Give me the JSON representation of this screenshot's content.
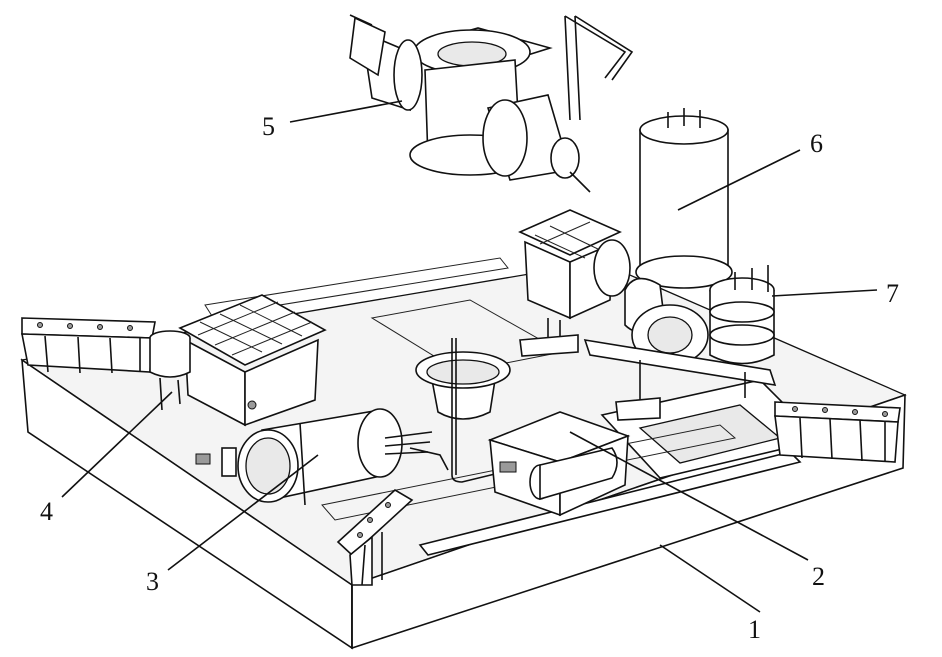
{
  "colors": {
    "ink": "#111111",
    "paper": "#ffffff",
    "shade": "#e9e9e9"
  },
  "callouts": [
    {
      "id": "1",
      "label": "1"
    },
    {
      "id": "2",
      "label": "2"
    },
    {
      "id": "3",
      "label": "3"
    },
    {
      "id": "4",
      "label": "4"
    },
    {
      "id": "5",
      "label": "5"
    },
    {
      "id": "6",
      "label": "6"
    },
    {
      "id": "7",
      "label": "7"
    }
  ]
}
